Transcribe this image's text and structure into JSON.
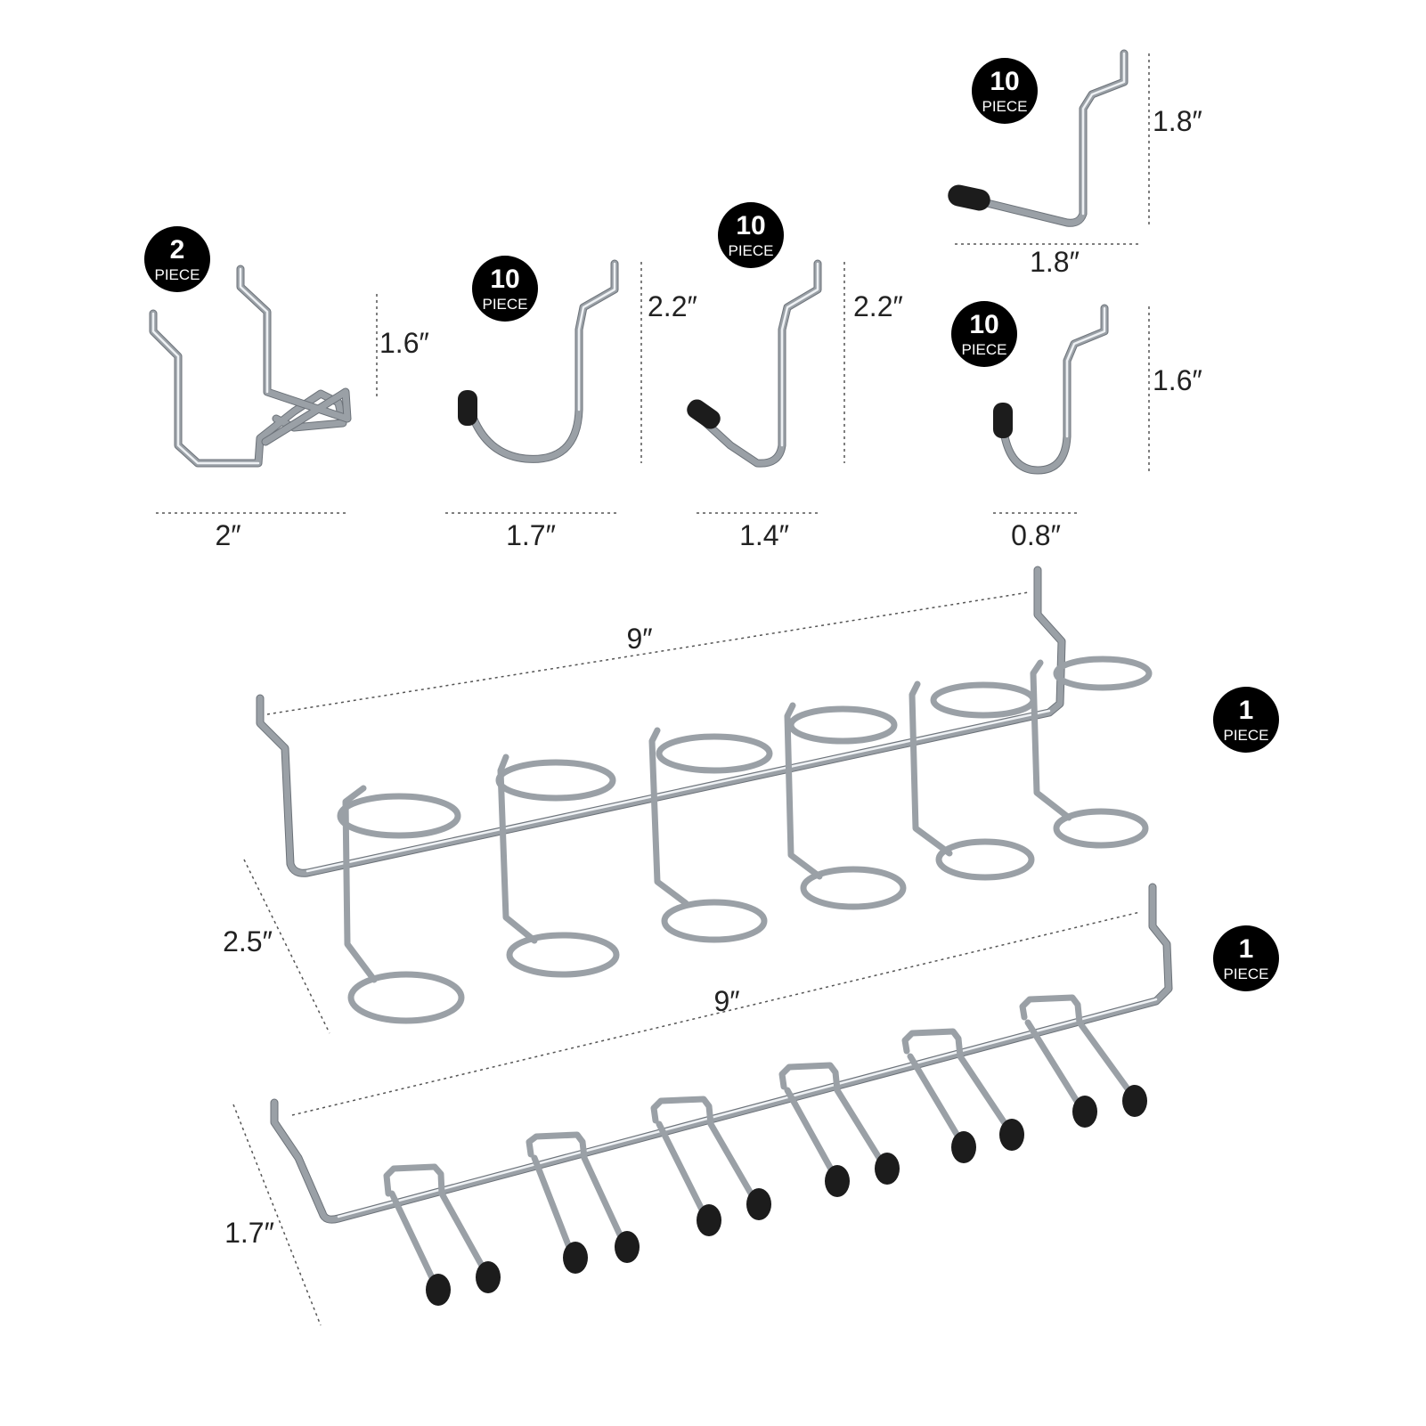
{
  "colors": {
    "badge": "#000000",
    "wire": "#9aa0a6",
    "tip": "#1c1c1c"
  },
  "items": [
    {
      "name": "double-hook",
      "count": "2",
      "unit": "PIECE",
      "height": "1.6″",
      "width": "2″"
    },
    {
      "name": "j-hook-large",
      "count": "10",
      "unit": "PIECE",
      "height": "2.2″",
      "width": "1.7″"
    },
    {
      "name": "j-hook-medium",
      "count": "10",
      "unit": "PIECE",
      "height": "2.2″",
      "width": "1.4″"
    },
    {
      "name": "l-hook",
      "count": "10",
      "unit": "PIECE",
      "height": "1.8″",
      "width": "1.8″"
    },
    {
      "name": "j-hook-small",
      "count": "10",
      "unit": "PIECE",
      "height": "1.6″",
      "width": "0.8″"
    },
    {
      "name": "ring-holder-rack",
      "count": "1",
      "unit": "PIECE",
      "length": "9″",
      "depth": "2.5″"
    },
    {
      "name": "screwdriver-rack",
      "count": "1",
      "unit": "PIECE",
      "length": "9″",
      "depth": "1.7″"
    }
  ]
}
